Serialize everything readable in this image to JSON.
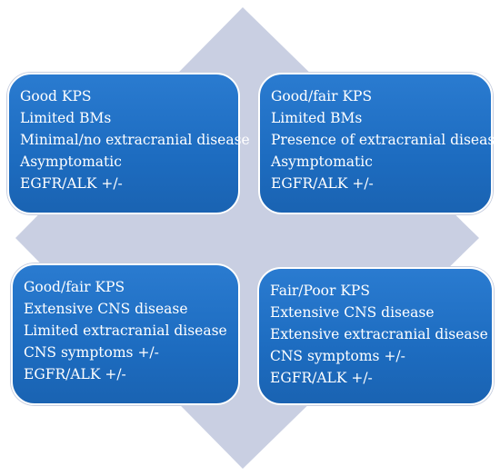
{
  "colors": {
    "diamond": "#c9cfe2",
    "box": "#1f6fc4",
    "text": "#ffffff"
  },
  "quadrants": {
    "top_left": {
      "lines": [
        "Good KPS",
        "Limited BMs",
        "Minimal/no extracranial disease",
        "Asymptomatic",
        "EGFR/ALK +/-"
      ]
    },
    "top_right": {
      "lines": [
        "Good/fair KPS",
        "Limited BMs",
        "Presence of extracranial disease",
        "Asymptomatic",
        "EGFR/ALK +/-"
      ]
    },
    "bottom_left": {
      "lines": [
        "Good/fair KPS",
        "Extensive CNS disease",
        "Limited extracranial disease",
        "CNS symptoms +/-",
        "EGFR/ALK +/-"
      ]
    },
    "bottom_right": {
      "lines": [
        "Fair/Poor KPS",
        "Extensive CNS disease",
        "Extensive extracranial disease",
        "CNS symptoms +/-",
        "EGFR/ALK +/-"
      ]
    }
  }
}
